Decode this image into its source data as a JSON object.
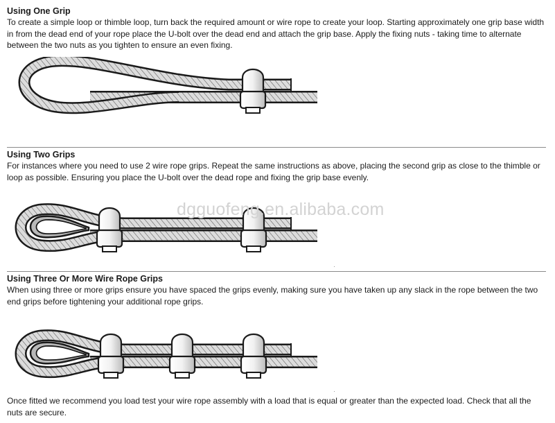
{
  "sections": [
    {
      "heading": "Using One Grip",
      "text": "To create a simple loop or thimble loop, turn back the required amount or wire rope to create your loop. Starting approximately one grip base width in from the dead end of your rope place the U-bolt over the dead end and attach the grip base. Apply the fixing nuts - taking time to alternate between the two nuts as you tighten to ensure an even fixing."
    },
    {
      "heading": "Using Two Grips",
      "text": "For instances where you need to use 2 wire rope grips. Repeat the same instructions as above, placing the second grip as close to the thimble or loop as possible. Ensuring you place the U-bolt over the dead rope and fixing the grip base evenly."
    },
    {
      "heading": "Using Three Or More Wire Rope Grips",
      "text": "When using three or more grips ensure you have spaced the grips evenly, making sure you have taken up any slack in the rope between the two end grips before tightening your additional rope grips."
    }
  ],
  "footer": {
    "text": "Once fitted we recommend you load test your wire rope assembly with a load that is equal or greater than the expected load. Check that all the nuts are secure."
  },
  "watermark": "dgguofeng.en.alibaba.com",
  "colors": {
    "rope_outline": "#1a1a1a",
    "rope_fill": "#d9d9d9",
    "thimble_fill": "#b8b8b8",
    "clip_fill": "#ffffff",
    "divider": "#8a8a8a"
  }
}
